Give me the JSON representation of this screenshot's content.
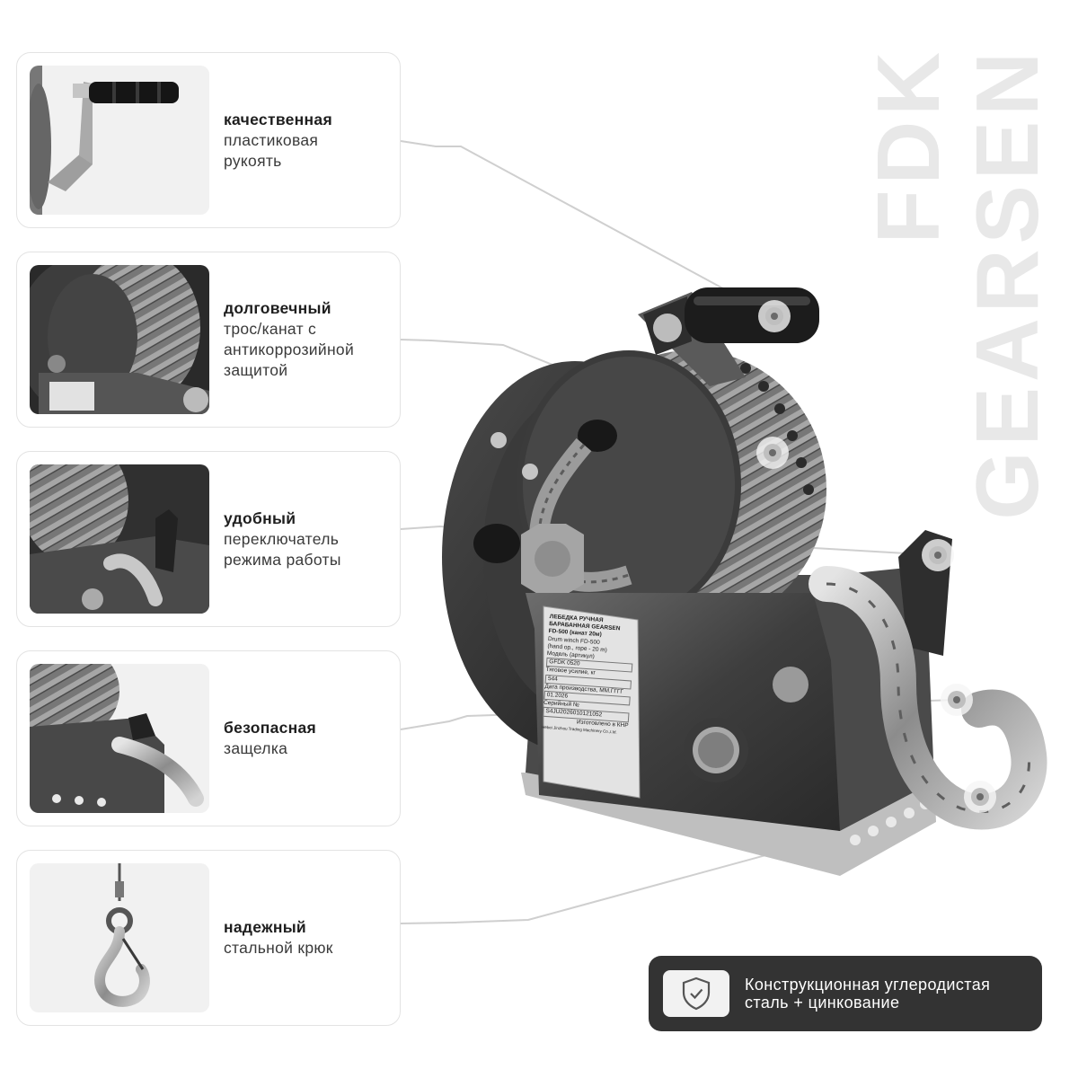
{
  "brand": {
    "line1": "FDK",
    "line2": "GEARSEN"
  },
  "features": [
    {
      "bold": "качественная",
      "lines": [
        "пластиковая",
        "рукоять"
      ],
      "icon": "crank-handle-photo"
    },
    {
      "bold": "долговечный",
      "lines": [
        "трос/канат с",
        "антикоррозийной",
        "защитой"
      ],
      "icon": "cable-drum-photo"
    },
    {
      "bold": "удобный",
      "lines": [
        "переключатель",
        "режима работы"
      ],
      "icon": "mode-switch-photo"
    },
    {
      "bold": "безопасная",
      "lines": [
        "защелка"
      ],
      "icon": "safety-latch-photo"
    },
    {
      "bold": "надежный",
      "lines": [
        "стальной крюк"
      ],
      "icon": "steel-hook-photo"
    }
  ],
  "banner": {
    "icon": "shield-check-icon",
    "line1": "Конструкционная углеродистая",
    "line2": "сталь + цинкование"
  },
  "plate": {
    "title1": "ЛЕБЕДКА РУЧНАЯ",
    "title2": "БАРАБАННАЯ GEARSEN",
    "title3": "FD-500 (канат 20м)",
    "sub1": "Drum winch FD-500",
    "sub2": "(hand op., rope - 20 m)",
    "model_label": "Модель (артикул)",
    "model_value": "GFDK 0520",
    "force_label": "Тяговое усилие, кг",
    "force_value": "544",
    "date_label": "Дата производства, ММ.ГГГГ",
    "date_value": "01.2026",
    "serial_label": "Серийный №",
    "serial_value": "S4JU2026010121052",
    "made_in": "Изготовлено в КНР",
    "maker": "Hebei Jinzhou Trading Machinery Co.,Ltd."
  },
  "colors": {
    "card_border": "#e3e3e3",
    "banner_bg": "#333333",
    "watermark": "#e8e8e8",
    "accent_text": "#1e1e1e"
  }
}
